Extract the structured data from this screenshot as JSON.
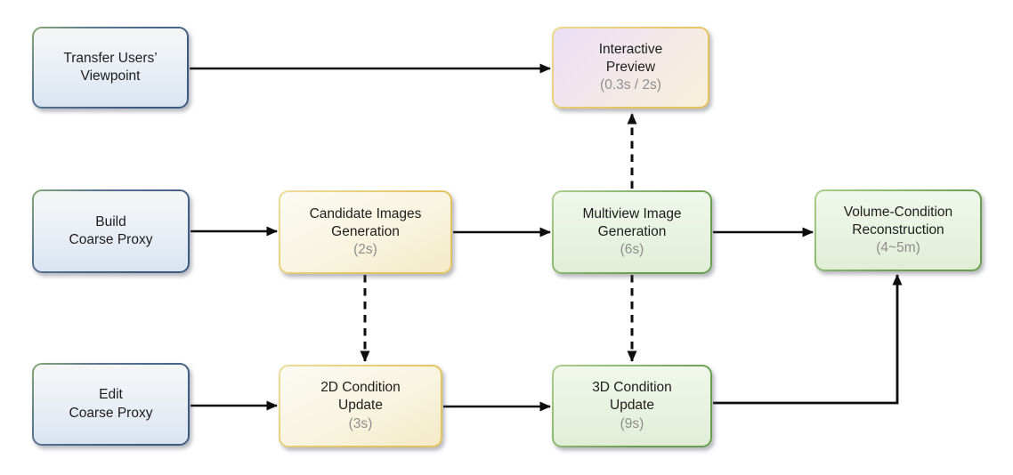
{
  "figure": {
    "background": "#ffffff",
    "arrow_color": "#0d0d0d",
    "time_text_color": "#8e8e8e",
    "title_text_color": "#1d1d1d"
  },
  "colors": {
    "blue_border": "#3d5a80",
    "blue_border_top": "#85a974",
    "blue_fill": "#dce6f2",
    "gold_border": "#e2c35f",
    "gold_fill": "#f6eecd",
    "green_border": "#699e4e",
    "green_fill": "#e5f0db",
    "preview_fill_top": "#ebdef5",
    "preview_fill_bottom": "#f9f0d8"
  },
  "nodes": [
    {
      "id": "transfer-users-viewpoint",
      "title": "Transfer Users’\nViewpoint",
      "time": "",
      "style": "blue"
    },
    {
      "id": "interactive-preview",
      "title": "Interactive\nPreview",
      "time": "(0.3s / 2s)",
      "style": "purple-yellow"
    },
    {
      "id": "build-coarse-proxy",
      "title": "Build\nCoarse Proxy",
      "time": "",
      "style": "blue"
    },
    {
      "id": "candidate-images-generation",
      "title": "Candidate Images\nGeneration",
      "time": "(2s)",
      "style": "yellow"
    },
    {
      "id": "multiview-image-generation",
      "title": "Multiview Image\nGeneration",
      "time": "(6s)",
      "style": "green"
    },
    {
      "id": "volume-condition-reconstruction",
      "title": "Volume-Condition\nReconstruction",
      "time": "(4~5m)",
      "style": "green"
    },
    {
      "id": "edit-coarse-proxy",
      "title": "Edit\nCoarse Proxy",
      "time": "",
      "style": "blue"
    },
    {
      "id": "2d-condition-update",
      "title": "2D Condition\nUpdate",
      "time": "(3s)",
      "style": "yellow"
    },
    {
      "id": "3d-condition-update",
      "title": "3D Condition\nUpdate",
      "time": "(9s)",
      "style": "green"
    }
  ],
  "edges": [
    {
      "from": "transfer-users-viewpoint",
      "to": "interactive-preview",
      "line": "solid"
    },
    {
      "from": "build-coarse-proxy",
      "to": "candidate-images-generation",
      "line": "solid"
    },
    {
      "from": "candidate-images-generation",
      "to": "multiview-image-generation",
      "line": "solid"
    },
    {
      "from": "multiview-image-generation",
      "to": "volume-condition-reconstruction",
      "line": "solid"
    },
    {
      "from": "edit-coarse-proxy",
      "to": "2d-condition-update",
      "line": "solid"
    },
    {
      "from": "2d-condition-update",
      "to": "3d-condition-update",
      "line": "solid"
    },
    {
      "from": "3d-condition-update",
      "to": "volume-condition-reconstruction",
      "line": "solid-elbow"
    },
    {
      "from": "multiview-image-generation",
      "to": "interactive-preview",
      "line": "dashed"
    },
    {
      "from": "candidate-images-generation",
      "to": "2d-condition-update",
      "line": "dashed"
    },
    {
      "from": "multiview-image-generation",
      "to": "3d-condition-update",
      "line": "dashed"
    }
  ]
}
